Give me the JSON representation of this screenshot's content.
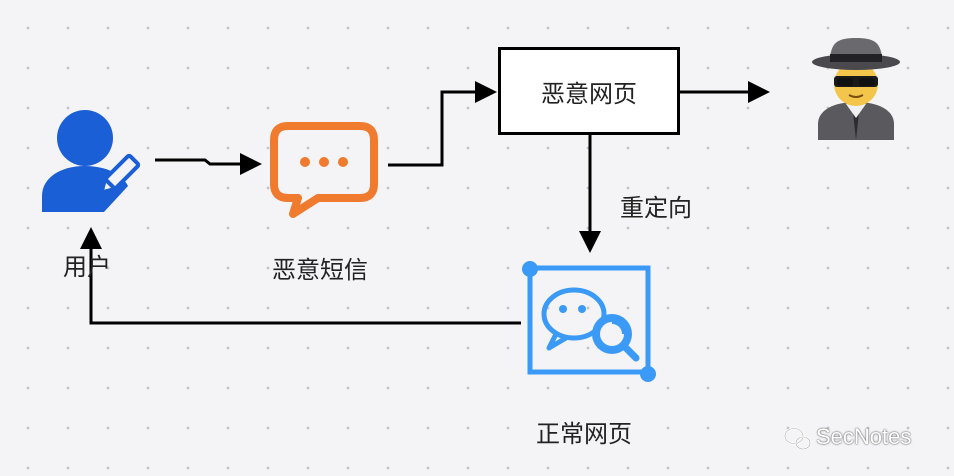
{
  "nodes": {
    "user": {
      "label": "用户",
      "icon": "user-edit-icon",
      "color": "#1b5fd6"
    },
    "sms": {
      "label": "恶意短信",
      "icon": "chat-bubble-icon",
      "color": "#f07a2e"
    },
    "malicious_page": {
      "label": "恶意网页"
    },
    "attacker": {
      "icon": "spy-detective-emoji"
    },
    "normal_page": {
      "label": "正常网页",
      "icon": "wechat-search-icon",
      "color": "#3a9af5"
    }
  },
  "edges": {
    "redirect_label": "重定向"
  },
  "watermark": {
    "text": "SecNotes",
    "icon": "wechat-icon"
  }
}
